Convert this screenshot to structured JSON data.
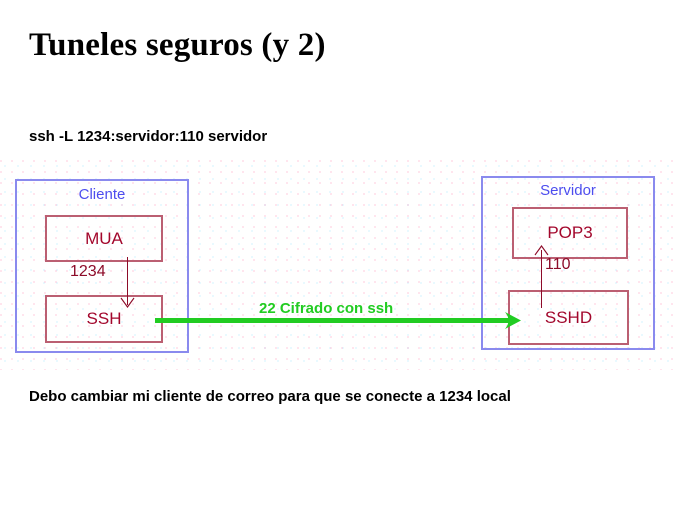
{
  "slide": {
    "title": "Tuneles seguros (y 2)",
    "command": "ssh -L 1234:servidor:110 servidor",
    "note": "Debo cambiar mi cliente de correo para que se conecte a 1234 local"
  },
  "diagram": {
    "client": {
      "label": "Cliente",
      "services": [
        {
          "name": "MUA"
        },
        {
          "name": "SSH"
        }
      ],
      "port_label": "1234"
    },
    "server": {
      "label": "Servidor",
      "services": [
        {
          "name": "POP3"
        },
        {
          "name": "SSHD"
        }
      ],
      "port_label": "110"
    },
    "tunnel": {
      "label": "22 Cifrado con ssh"
    }
  },
  "colors": {
    "host_border": "#8a8aee",
    "host_label": "#4d4dee",
    "service_border": "#bb5f72",
    "service_text": "#a3072c",
    "port_text": "#8d0b29",
    "tunnel": "#22cc22",
    "background": "#ffffff",
    "text": "#000000"
  }
}
